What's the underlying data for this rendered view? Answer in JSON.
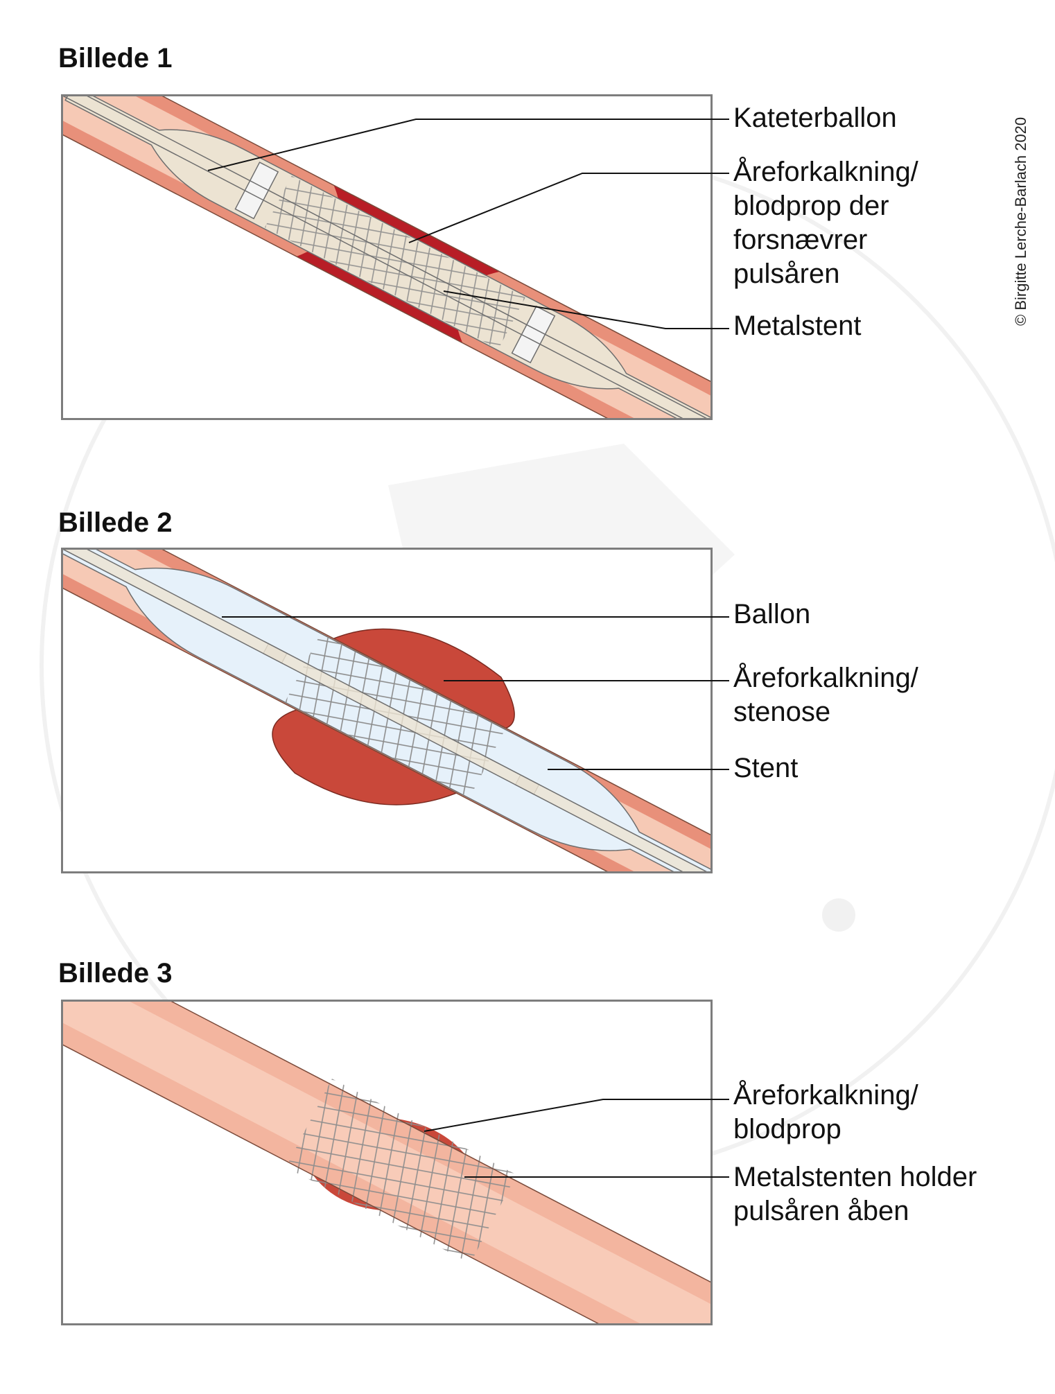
{
  "copyright": "© Birgitte Lerche-Barlach 2020",
  "colors": {
    "vessel_wall": "#e8907a",
    "vessel_inner": "#f6c9b5",
    "plaque_dark": "#b81e26",
    "plaque_medium": "#c9483a",
    "balloon_beige": "#ece3d2",
    "balloon_blue": "#e6f1fa",
    "stent_mesh": "#8c8c8c",
    "panel_border": "#7d7d7d"
  },
  "panels": [
    {
      "heading": "Billede 1",
      "labels": [
        "Kateterballon",
        "Åreforkalkning/\nblodprop der\nforsnævrer\npulsåren",
        "Metalstent"
      ]
    },
    {
      "heading": "Billede 2",
      "labels": [
        "Ballon",
        "Åreforkalkning/\nstenose",
        "Stent"
      ]
    },
    {
      "heading": "Billede 3",
      "labels": [
        "Åreforkalkning/\nblodprop",
        "Metalstenten holder\npulsåren åben"
      ]
    }
  ]
}
